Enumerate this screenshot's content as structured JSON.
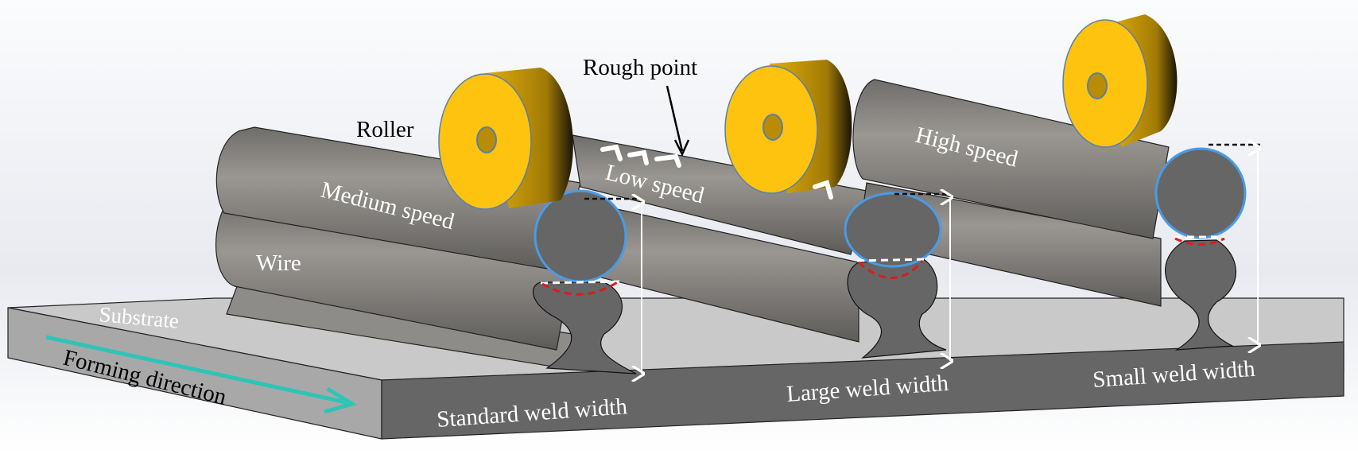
{
  "figure": {
    "type": "schematic",
    "subject": "Wire-based additive forming with rollers at different speeds"
  },
  "labels": {
    "roller": "Roller",
    "rough_point": "Rough point",
    "medium_speed": "Medium speed",
    "low_speed": "Low speed",
    "high_speed": "High speed",
    "wire": "Wire",
    "substrate": "Substrate",
    "forming_direction": "Forming direction",
    "standard_weld_width": "Standard weld width",
    "large_weld_width": "Large weld width",
    "small_weld_width": "Small weld width"
  },
  "colors": {
    "roller_face": "#fdc30f",
    "roller_side": "#c89a06",
    "bead": "#8c8a86",
    "bead_section": "#666666",
    "substrate_top": "#c8c8c8",
    "substrate_side": "#666666",
    "direction_arrow": "#2ec4b6",
    "profile_outline": "#4a9be6",
    "fusion_line": "#e0191b",
    "text_dark": "#000000",
    "text_light": "#ffffff"
  }
}
